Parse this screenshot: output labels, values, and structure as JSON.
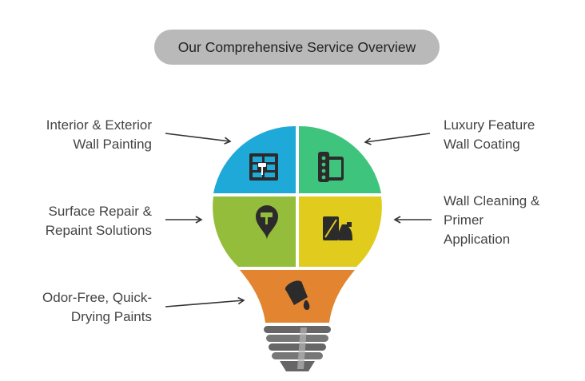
{
  "title": "Our Comprehensive Service Overview",
  "services": [
    {
      "id": "interior",
      "lines": [
        "Interior & Exterior",
        "Wall Painting"
      ],
      "color": "#1fa9d8",
      "icon": "wall-paint-roller-icon"
    },
    {
      "id": "luxury",
      "lines": [
        "Luxury Feature",
        "Wall Coating"
      ],
      "color": "#3ec47d",
      "icon": "color-swatch-icon"
    },
    {
      "id": "repair",
      "lines": [
        "Surface Repair &",
        "Repaint Solutions"
      ],
      "color": "#93bd3b",
      "icon": "paint-roller-pin-icon"
    },
    {
      "id": "cleaning",
      "lines": [
        "Wall Cleaning &",
        "Primer",
        "Application"
      ],
      "color": "#e1cb1c",
      "icon": "spray-bottle-icon"
    },
    {
      "id": "odor",
      "lines": [
        "Odor-Free, Quick-",
        "Drying Paints"
      ],
      "color": "#e38530",
      "icon": "paint-bucket-pour-icon"
    }
  ],
  "colors": {
    "title_pill": "#b9b9b9",
    "arrow": "#333333",
    "base": "#666666",
    "base_light": "#8a8a8a"
  }
}
